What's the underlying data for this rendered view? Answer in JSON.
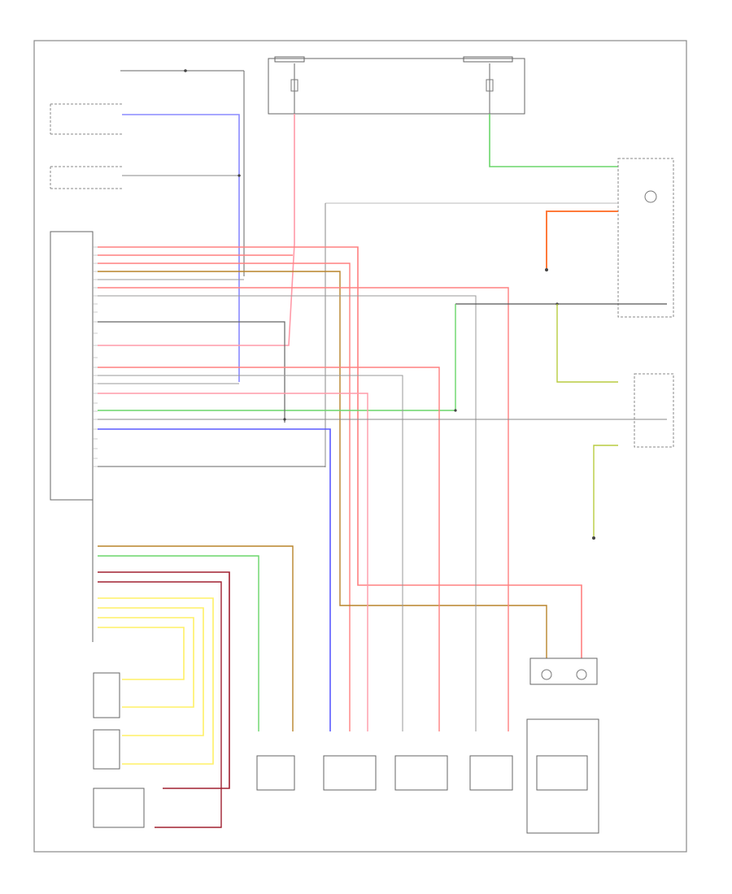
{
  "diagram": {
    "id_label": "",
    "connector_top_left": "",
    "connector_top_right": ""
  },
  "colors": {
    "red": "#ff8080",
    "pink": "#ff9aa8",
    "orange": "#ff7a3a",
    "blue": "#5a5aff",
    "light_blue": "#8a8aff",
    "green": "#6ad66a",
    "yellow_green": "#b8cc40",
    "brown": "#b8842a",
    "dark_red": "#a02030",
    "yellow": "#fff066",
    "gray": "#9a9a9a",
    "black": "#555555"
  },
  "wires": [
    {
      "name": "wire-blue-top",
      "color": "light_blue"
    },
    {
      "name": "wire-pink-vertical",
      "color": "pink"
    },
    {
      "name": "wire-green-top",
      "color": "green"
    },
    {
      "name": "wire-orange-oil",
      "color": "orange"
    },
    {
      "name": "wire-red-main",
      "color": "red"
    },
    {
      "name": "wire-brown",
      "color": "brown"
    },
    {
      "name": "wire-blue-lower",
      "color": "blue"
    },
    {
      "name": "wire-green-lower",
      "color": "green"
    },
    {
      "name": "wire-yellow-green",
      "color": "yellow_green"
    },
    {
      "name": "wire-dark-red",
      "color": "dark_red"
    },
    {
      "name": "wire-yellow",
      "color": "yellow"
    }
  ]
}
